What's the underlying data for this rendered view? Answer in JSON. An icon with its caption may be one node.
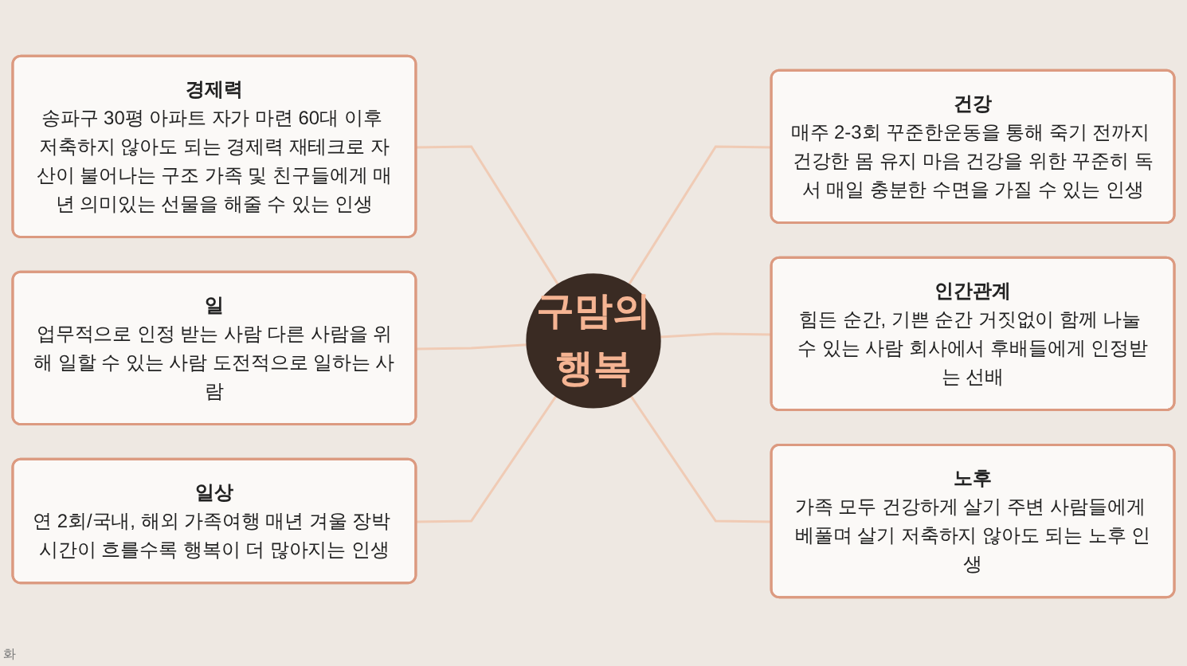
{
  "diagram": {
    "nodes": [
      {
        "text": [
          "경제력",
          "송파구 30평 아파트 자가 마련 60대 이후 저축하지 않아도 되는 경제력 재테크로 자산이 불어나는 구조 가족 및 친구들에게 매년 의미있는 선물을 해줄 수 있는 인생"
        ]
      },
      {
        "text": [
          "건강",
          "매주 2-3회 꾸준한운동을 통해 죽기 전까지 건강한 몸 유지 마음 건강을 위한 꾸준히 독서 매일 충분한 수면을 가질 수 있는 인생"
        ]
      },
      {
        "text": [
          "일",
          "업무적으로 인정 받는 사람 다른 사람을 위해 일할 수 있는 사람 도전적으로 일하는 사람"
        ]
      },
      {
        "text": [
          "구맘의 행복"
        ]
      },
      {
        "text": [
          "인간관계",
          "힘든 순간, 기쁜 순간 거짓없이 함께 나눌 수 있는 사람 회사에서 후배들에게 인정받는 선배"
        ]
      },
      {
        "text": [
          "일상",
          "연 2회/국내, 해외 가족여행 매년 겨울 장박 시간이 흐를수록 행복이 더 많아지는 인생"
        ]
      },
      {
        "text": [
          "노후",
          "가족 모두 건강하게 살기 주변 사람들에게 베풀며 살기 저축하지 않아도 되는 노후 인생"
        ]
      }
    ],
    "edges": [
      {
        "from": 0,
        "to": 3,
        "arrow": "none"
      },
      {
        "from": 3,
        "to": 1,
        "arrow": "none"
      },
      {
        "from": 2,
        "to": 3,
        "arrow": "none"
      },
      {
        "from": 3,
        "to": 4,
        "arrow": "none"
      },
      {
        "from": 5,
        "to": 3,
        "arrow": "none"
      },
      {
        "from": 3,
        "to": 6,
        "arrow": "none"
      }
    ],
    "labels": [
      "화"
    ]
  }
}
